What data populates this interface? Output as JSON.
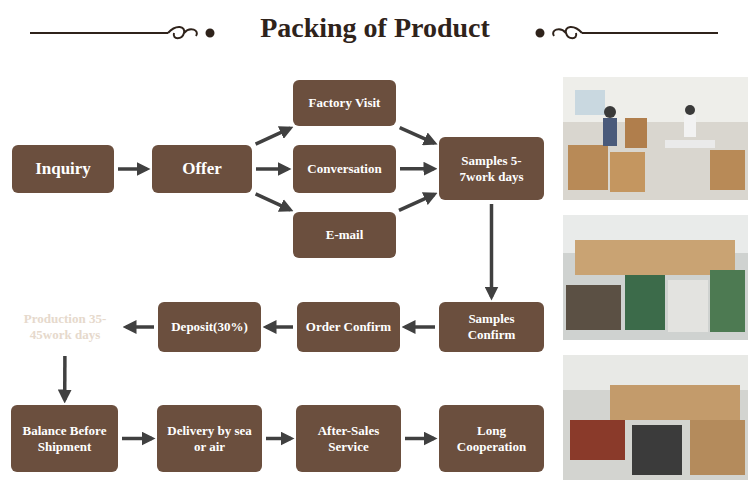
{
  "diagram": {
    "title": "Packing of Product",
    "nodes": [
      {
        "text": [
          "Inquiry"
        ]
      },
      {
        "text": [
          "Offer"
        ]
      },
      {
        "text": [
          "Factory Visit"
        ]
      },
      {
        "text": [
          "Conversation"
        ]
      },
      {
        "text": [
          "E-mail"
        ]
      },
      {
        "text": [
          "Samples 5-7work days"
        ]
      },
      {
        "text": [
          "Samples Confirm"
        ]
      },
      {
        "text": [
          "Order Confirm"
        ]
      },
      {
        "text": [
          "Deposit(30%)"
        ]
      },
      {
        "text": [
          "Production 35-45work days"
        ]
      },
      {
        "text": [
          "Balance Before Shipment"
        ]
      },
      {
        "text": [
          "Delivery by sea or air"
        ]
      },
      {
        "text": [
          "After-Sales Service"
        ]
      },
      {
        "text": [
          "Long Cooperation"
        ]
      }
    ],
    "edges": [
      {
        "from": 0,
        "to": 1,
        "arrow": "to"
      },
      {
        "from": 1,
        "to": 2,
        "arrow": "to"
      },
      {
        "from": 1,
        "to": 3,
        "arrow": "to"
      },
      {
        "from": 1,
        "to": 4,
        "arrow": "to"
      },
      {
        "from": 2,
        "to": 5,
        "arrow": "to"
      },
      {
        "from": 3,
        "to": 5,
        "arrow": "to"
      },
      {
        "from": 4,
        "to": 5,
        "arrow": "to"
      },
      {
        "from": 5,
        "to": 6,
        "arrow": "to"
      },
      {
        "from": 6,
        "to": 7,
        "arrow": "to"
      },
      {
        "from": 7,
        "to": 8,
        "arrow": "to"
      },
      {
        "from": 8,
        "to": 9,
        "arrow": "to"
      },
      {
        "from": 9,
        "to": 10,
        "arrow": "to"
      },
      {
        "from": 10,
        "to": 11,
        "arrow": "to"
      },
      {
        "from": 11,
        "to": 12,
        "arrow": "to"
      },
      {
        "from": 12,
        "to": 13,
        "arrow": "to"
      }
    ]
  }
}
